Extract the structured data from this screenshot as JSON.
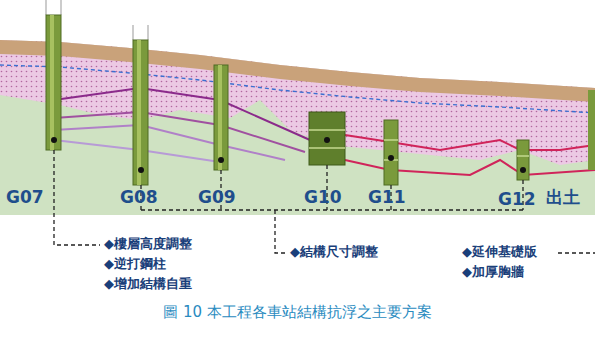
{
  "diagram": {
    "caption": "圖 10 本工程各車站結構抗浮之主要方案",
    "labels": [
      "G07",
      "G08",
      "G09",
      "G10",
      "G11",
      "G12",
      "出土",
      "◆樓層高度調整",
      "◆逆打鋼柱",
      "◆增加結構自重",
      "◆結構尺寸調整",
      "◆延伸基礎版",
      "◆加厚胸牆"
    ]
  }
}
